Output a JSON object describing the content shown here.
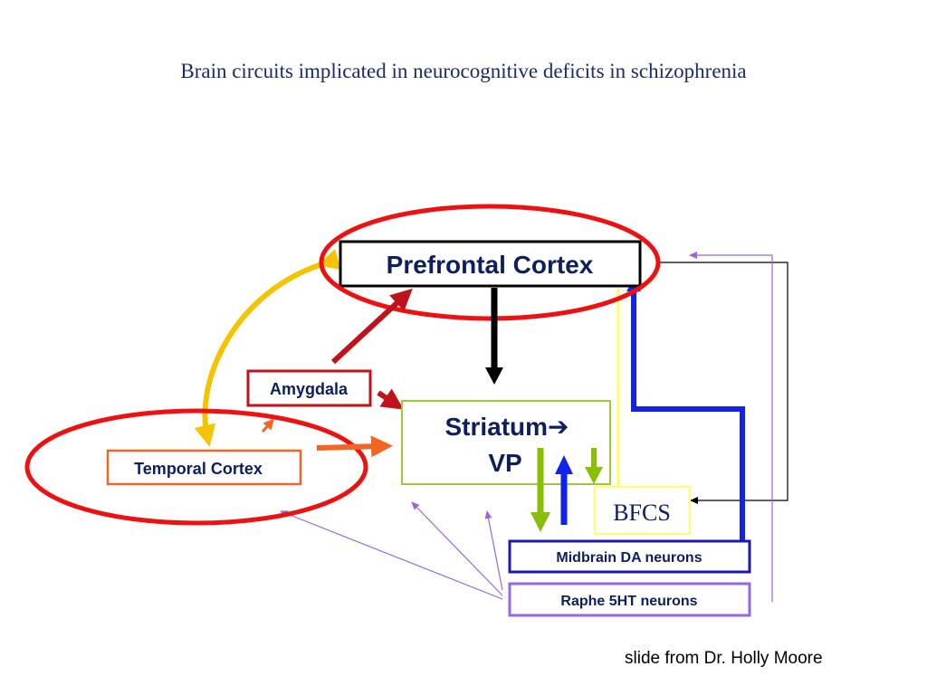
{
  "title": "Brain circuits implicated in neurocognitive deficits in schizophrenia",
  "nodes": {
    "prefrontal_cortex": "Prefrontal Cortex",
    "amygdala": "Amygdala",
    "striatum_line1": "Striatum",
    "striatum_arrow": "➔",
    "striatum_line2": "VP",
    "temporal_cortex": "Temporal Cortex",
    "bfcs": "BFCS",
    "midbrain_da": "Midbrain DA neurons",
    "raphe_5ht": "Raphe 5HT neurons"
  },
  "credit": "slide from Dr. Holly Moore",
  "colors": {
    "title": "#1a2b6b",
    "node_text": "#0d1f5c",
    "highlight_ellipse": "#ee1111",
    "amygdala_arrow": "#c0121b",
    "temporal_arrow": "#f26522",
    "temporal_link": "#f5c400",
    "bfcs_line": "#ffff66",
    "striatum_box": "#99cc33",
    "da_arrow_down": "#88c000",
    "da_arrow_up": "#1122ee",
    "raphe_projection": "#9966dd",
    "midbrain_box": "#1a1ab0"
  }
}
